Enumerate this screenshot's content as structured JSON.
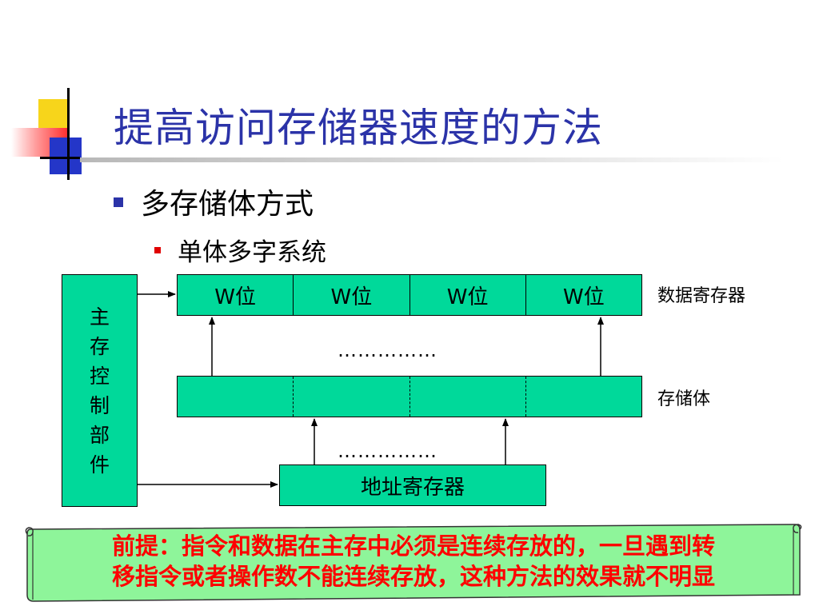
{
  "slide": {
    "title": "提高访问存储器速度的方法",
    "bullet_level1": "多存储体方式",
    "bullet_level2": "单体多字系统"
  },
  "diagram": {
    "main_controller": [
      "主",
      "存",
      "控",
      "制",
      "部",
      "件"
    ],
    "data_register_cells": [
      "W位",
      "W位",
      "W位",
      "W位"
    ],
    "data_register_label": "数据寄存器",
    "memory_bank_label": "存储体",
    "address_register_label": "地址寄存器",
    "ellipsis_upper": "……………",
    "ellipsis_lower": "……………"
  },
  "note": {
    "line1": "前提：指令和数据在主存中必须是连续存放的，一旦遇到转",
    "line2": "移指令或者操作数不能连续存放，这种方法的效果就不明显"
  },
  "colors": {
    "title": "#2b33a8",
    "box_fill": "#00d99a",
    "note_fill": "#8ef59a",
    "note_text": "#ff0000"
  }
}
